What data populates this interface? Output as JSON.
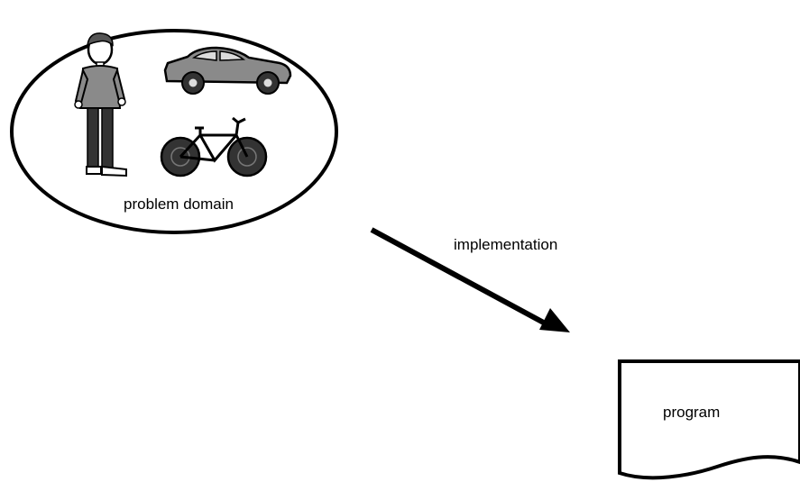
{
  "problem_domain": {
    "label": "problem domain",
    "items": [
      {
        "icon": "person-icon"
      },
      {
        "icon": "car-icon"
      },
      {
        "icon": "bicycle-icon"
      }
    ]
  },
  "arrow": {
    "label": "implementation"
  },
  "program": {
    "label": "program",
    "shape": "document"
  },
  "colors": {
    "stroke": "#000000",
    "background": "#ffffff",
    "figure_fill": "#8a8a8a",
    "figure_dark": "#333333"
  }
}
